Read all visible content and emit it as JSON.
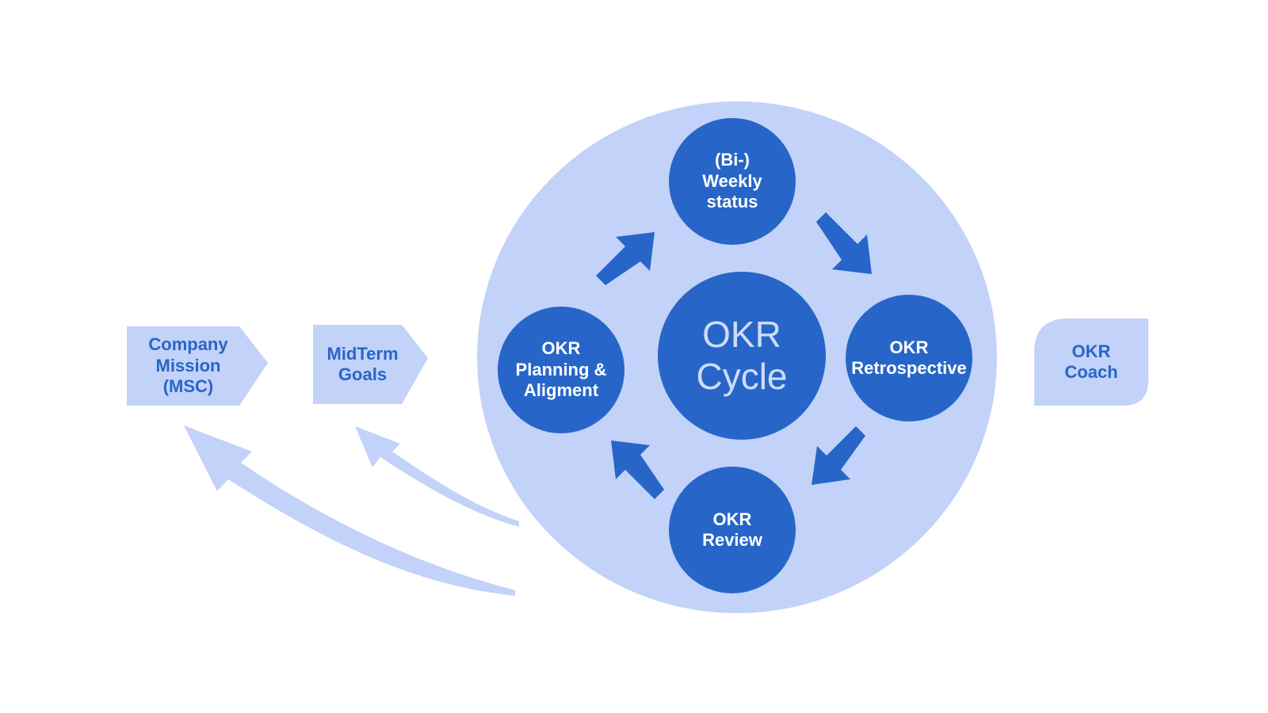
{
  "colors": {
    "light_blue": "#c2d2f8",
    "dark_blue": "#2766c8",
    "white": "#ffffff"
  },
  "cycle": {
    "center": "OKR\nCycle",
    "nodes": {
      "top": "(Bi-)\nWeekly\nstatus",
      "right": "OKR\nRetrospective",
      "bottom": "OKR\nReview",
      "left": "OKR\nPlanning &\nAligment"
    }
  },
  "side": {
    "company_mission": "Company\nMission\n(MSC)",
    "midterm_goals": "MidTerm\nGoals",
    "coach": "OKR\nCoach"
  }
}
